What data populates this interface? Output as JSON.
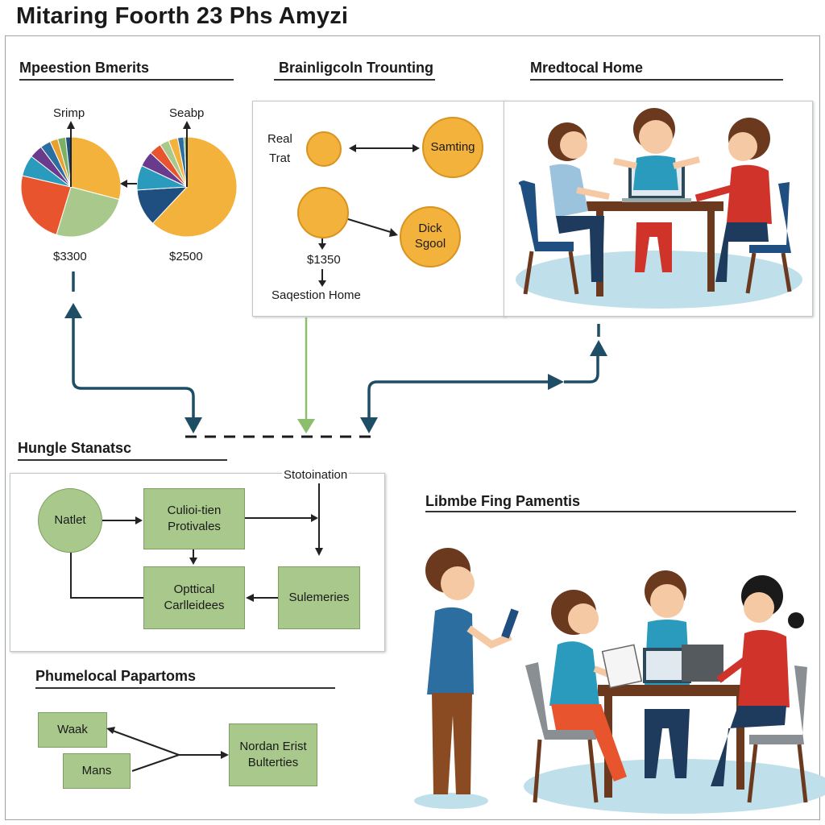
{
  "title": "Mitaring Foorth 23 Phs Amyzi",
  "sections": {
    "top_left": "Mpeestion Bmerits",
    "top_mid": "Brainligcoln Trounting",
    "top_right": "Mredtocal Home",
    "mid_left": "Hungle Stanatsc",
    "bottom_left": "Phumelocal Papartoms",
    "bottom_right": "Libmbe Fing Pamentis"
  },
  "pies": {
    "left": {
      "label": "Srimp",
      "value": "$3300"
    },
    "right": {
      "label": "Seabp",
      "value": "$2500"
    }
  },
  "chart_data": [
    {
      "type": "pie",
      "name": "Srimp",
      "values": [
        34,
        30,
        28,
        8,
        5,
        4,
        3,
        3,
        2
      ],
      "colors": [
        "#f3b23b",
        "#a8c98b",
        "#e8542e",
        "#2a9bbd",
        "#6a3a8c",
        "#2d6ea0",
        "#e8a030",
        "#7cb062",
        "#1f4e80"
      ]
    },
    {
      "type": "pie",
      "name": "Seabp",
      "values": [
        62,
        12,
        8,
        5,
        4,
        3,
        3,
        2,
        1
      ],
      "colors": [
        "#f3b23b",
        "#1f4e80",
        "#2a9bbd",
        "#6a3a8c",
        "#e8542e",
        "#a8c98b",
        "#f3b23b",
        "#2d6ea0",
        "#7cb062"
      ]
    }
  ],
  "brainstorm": {
    "left_text_1": "Real",
    "left_text_2": "Trat",
    "node_samting": "Samting",
    "node_dick_1": "Dick",
    "node_dick_2": "Sgool",
    "amount": "$1350",
    "bottom": "Saqestion Home"
  },
  "flow": {
    "node_natlet": "Natlet",
    "box_1a": "Culioi-tien",
    "box_1b": "Protivales",
    "box_2a": "Opttical",
    "box_2b": "Carlleidees",
    "box_3": "Sulemeries",
    "station": "Stotoination"
  },
  "pheno": {
    "weak": "Waak",
    "mans": "Mans",
    "target_1": "Nordan Erist",
    "target_2": "Bulterties"
  },
  "colors": {
    "accent_orange": "#f3b23b",
    "green": "#a8c98b",
    "navy": "#1e4d66",
    "arrow_green": "#8bbf6e"
  }
}
